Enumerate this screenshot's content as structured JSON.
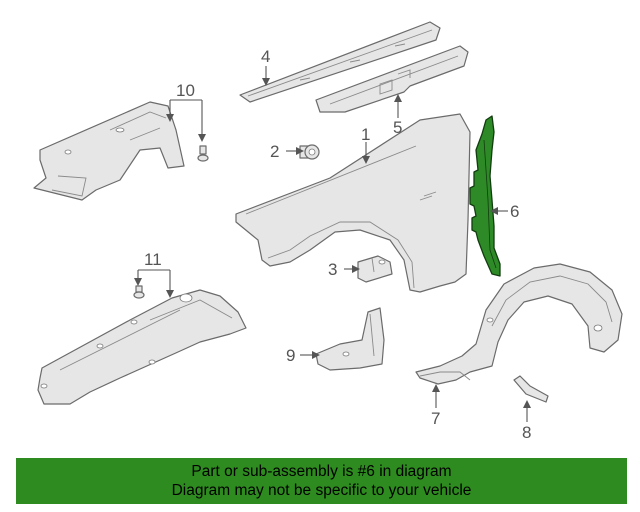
{
  "diagram": {
    "highlight_color": "#2e8b1f",
    "callouts": [
      "1",
      "2",
      "3",
      "4",
      "5",
      "6",
      "7",
      "8",
      "9",
      "10",
      "11"
    ],
    "highlighted_part": "6"
  },
  "banner": {
    "line1": "Part or sub-assembly is #6 in diagram",
    "line2": "Diagram may not be specific to your vehicle"
  }
}
